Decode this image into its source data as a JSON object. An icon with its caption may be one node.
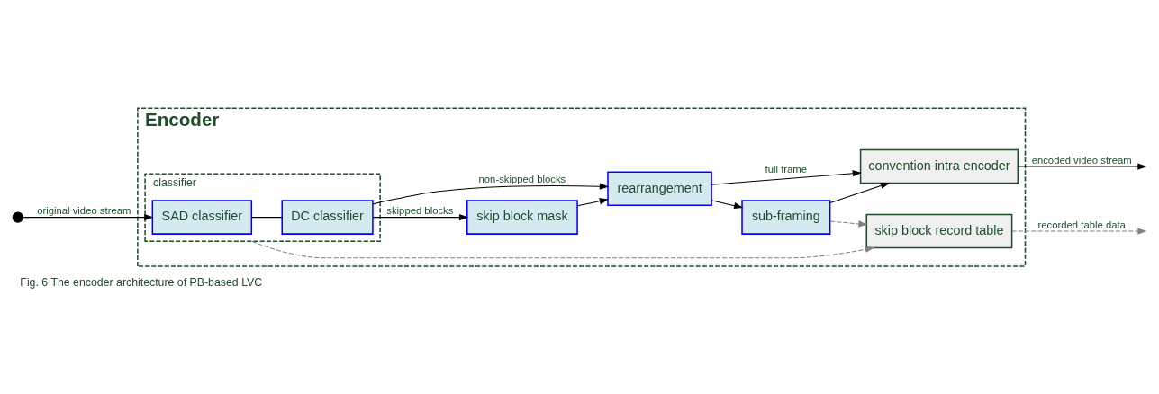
{
  "diagram": {
    "caption": "Fig. 6 The encoder architecture of PB-based LVC",
    "nodes": [
      {
        "text": [],
        "shape": "circle"
      },
      {
        "text": [
          "Encoder"
        ]
      },
      {
        "text": [
          "classifier"
        ],
        "in": 1
      },
      {
        "text": [
          "SAD classifier"
        ],
        "in": 2
      },
      {
        "text": [
          "DC classifier"
        ],
        "in": 2
      },
      {
        "text": [
          "skip block mask"
        ],
        "in": 1
      },
      {
        "text": [
          "rearrangement"
        ],
        "in": 1
      },
      {
        "text": [
          "sub-framing"
        ],
        "in": 1
      },
      {
        "text": [
          "convention intra encoder"
        ],
        "in": 1
      },
      {
        "text": [
          "skip block record table"
        ],
        "in": 1
      }
    ],
    "edges": [
      {
        "from": 0,
        "to": 3,
        "arrow": "to",
        "label": "original video stream"
      },
      {
        "from": 3,
        "to": 4,
        "arrow": "none"
      },
      {
        "from": 4,
        "to": 5,
        "arrow": "to",
        "label": "skipped blocks"
      },
      {
        "from": 4,
        "to": 6,
        "arrow": "to",
        "label": "non-skipped blocks"
      },
      {
        "from": 5,
        "to": 6,
        "arrow": "to"
      },
      {
        "from": 6,
        "to": 7,
        "arrow": "to"
      },
      {
        "from": 6,
        "to": 8,
        "arrow": "to",
        "label": "full frame"
      },
      {
        "from": 7,
        "to": 8,
        "arrow": "to"
      },
      {
        "from": 7,
        "to": 9,
        "arrow": "to",
        "style": "dashed",
        "color": "#808080"
      },
      {
        "from": 2,
        "to": 9,
        "arrow": "to",
        "style": "dashed",
        "color": "#808080"
      },
      {
        "from": 8,
        "to": null,
        "arrow": "to",
        "label": "encoded video stream"
      },
      {
        "from": 9,
        "to": null,
        "arrow": "to",
        "label": "recorded table data",
        "style": "dashed",
        "color": "#808080"
      }
    ]
  }
}
